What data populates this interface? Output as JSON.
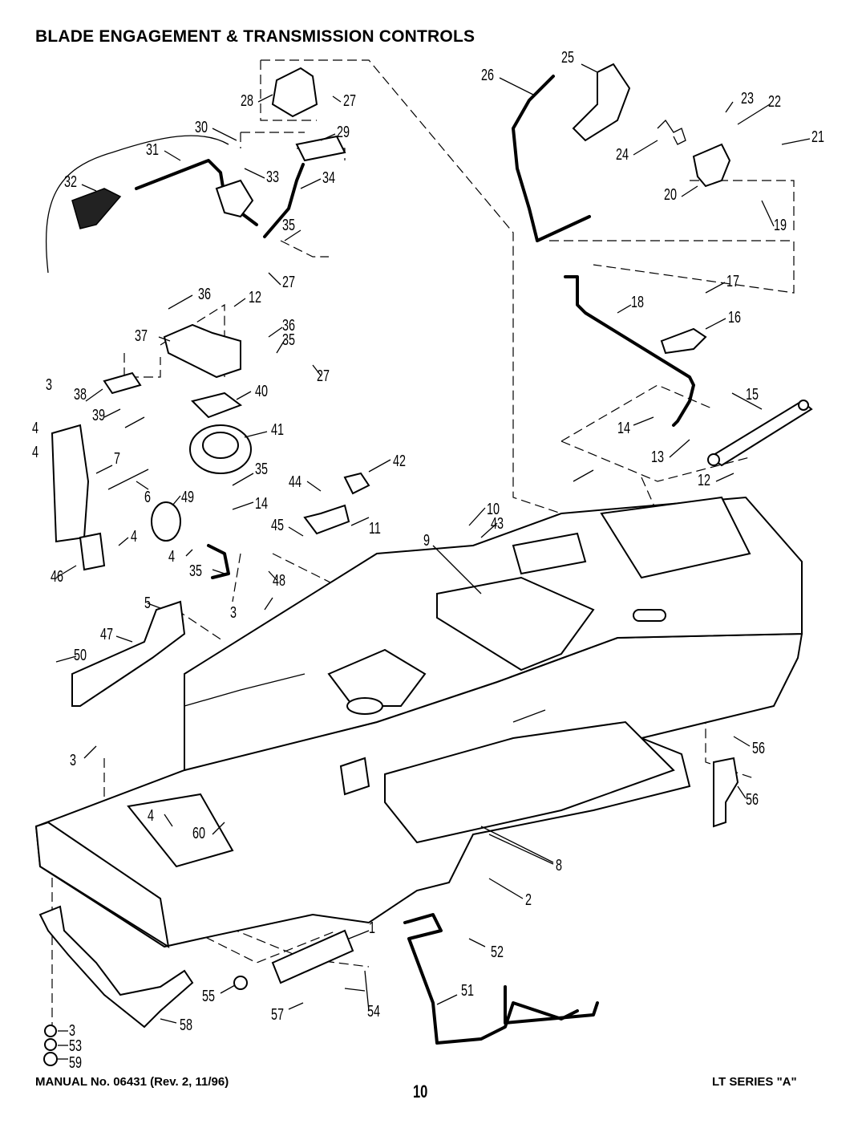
{
  "header": {
    "title": "BLADE ENGAGEMENT & TRANSMISSION CONTROLS"
  },
  "footer": {
    "manual": "MANUAL No. 06431 (Rev. 2, 11/96)",
    "page_number": "10",
    "series": "LT SERIES \"A\""
  },
  "callouts": [
    "25",
    "26",
    "23",
    "22",
    "28",
    "27",
    "30",
    "29",
    "31",
    "24",
    "21",
    "33",
    "34",
    "20",
    "32",
    "19",
    "35",
    "27",
    "17",
    "36",
    "12",
    "18",
    "37",
    "36",
    "35",
    "16",
    "27",
    "3",
    "38",
    "40",
    "15",
    "39",
    "4",
    "41",
    "14",
    "4",
    "7",
    "42",
    "35",
    "13",
    "12",
    "44",
    "6",
    "49",
    "14",
    "4",
    "10",
    "45",
    "43",
    "9",
    "11",
    "4",
    "35",
    "48",
    "46",
    "5",
    "3",
    "47",
    "50",
    "3",
    "56",
    "4",
    "60",
    "56",
    "8",
    "2",
    "1",
    "52",
    "51",
    "55",
    "54",
    "3",
    "57",
    "53",
    "58",
    "59",
    "44"
  ]
}
